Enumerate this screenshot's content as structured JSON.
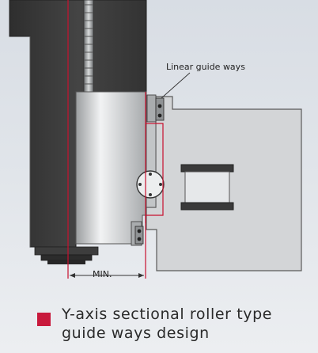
{
  "labels": {
    "guide_ways": "Linear guide ways",
    "min": "MIN."
  },
  "caption": {
    "line1": "Y-axis sectional roller type",
    "line2": "guide ways design"
  },
  "colors": {
    "accent": "#c8102e",
    "bullet": "#c8193c",
    "dark_casting": "#3a3a3a",
    "steel": "#d4d6d8",
    "carriage": "#b9bcbe"
  }
}
